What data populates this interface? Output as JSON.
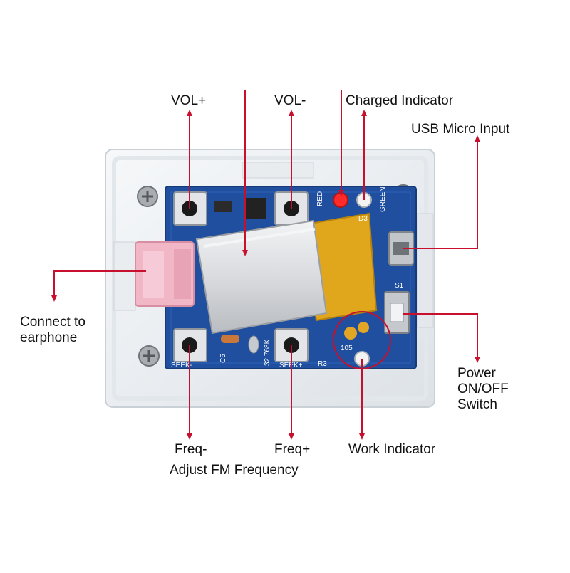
{
  "labels": {
    "vol_plus": "VOL+",
    "vol_minus": "VOL-",
    "charged_indicator": "Charged Indicator",
    "usb_input": "USB Micro Input",
    "earphone_line1": "Connect to",
    "earphone_line2": "earphone",
    "power_line1": "Power",
    "power_line2": "ON/OFF",
    "power_line3": "Switch",
    "freq_minus": "Freq-",
    "freq_plus": "Freq+",
    "work_indicator": "Work Indicator",
    "adjust_fm": "Adjust FM Frequency"
  },
  "pcb_silkscreen": {
    "red": "RED",
    "green": "GREEN",
    "d3": "D3",
    "s1": "S1",
    "seek_minus": "SEEK-",
    "seek_plus": "SEEK+",
    "crystal": "32.768K",
    "c5": "C5",
    "r3": "R3",
    "cap": "105"
  },
  "colors": {
    "arrow": "#c8102e",
    "pcb": "#1f4f9e",
    "enclosure": "#eef1f4",
    "battery": "#d8dadd",
    "kapton": "#e0a71c",
    "jack": "#f1b7c6",
    "led_red": "#ff2a2a"
  }
}
